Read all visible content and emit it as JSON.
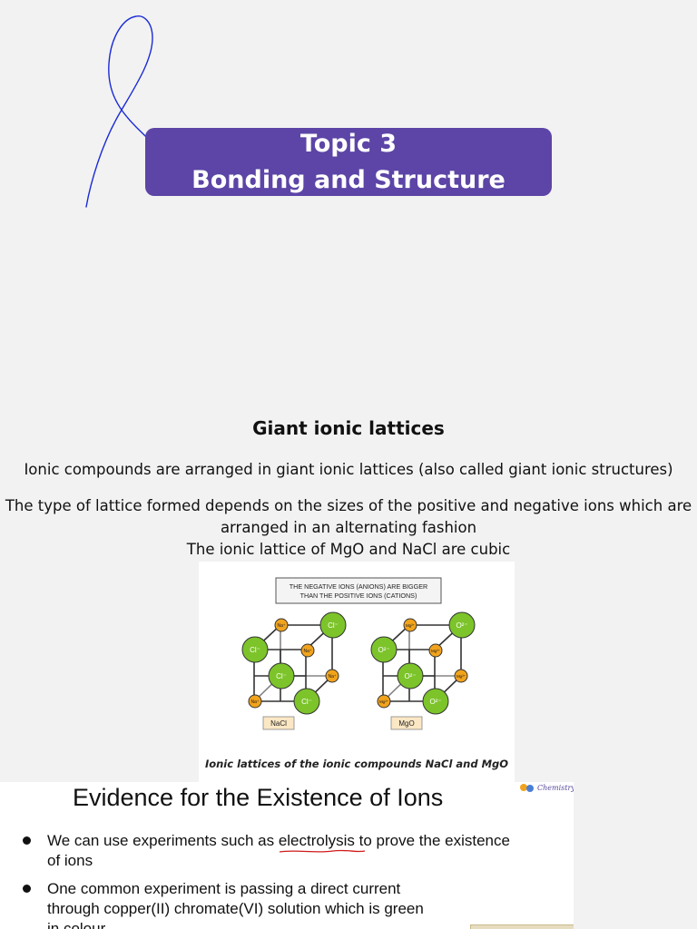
{
  "title": {
    "line1": "Topic 3",
    "line2": "Bonding and Structure"
  },
  "section": {
    "heading": "Giant ionic lattices",
    "para1": "Ionic compounds are arranged in giant ionic lattices (also called giant ionic structures)",
    "para2_line1": "The type of lattice formed depends on the sizes of the positive and negative ions which are",
    "para2_line2": "arranged in an alternating fashion",
    "para2_line3": "The ionic lattice of MgO and NaCl are cubic"
  },
  "figure": {
    "note_line1": "THE NEGATIVE IONS (ANIONS) ARE BIGGER",
    "note_line2": "THAN THE POSITIVE IONS (CATIONS)",
    "nacl_label": "NaCl",
    "mgo_label": "MgO",
    "anion_nacl": "Cl⁻",
    "cation_nacl": "Na⁺",
    "anion_mgo": "O²⁻",
    "cation_mgo": "Mg²⁺",
    "caption": "Ionic lattices of the ionic compounds NaCl and MgO",
    "colors": {
      "anion": "#7cc42a",
      "cation": "#f2a31c"
    }
  },
  "slide": {
    "title": "Evidence for the Existence of Ions",
    "logo_text": "Chemistry",
    "bullet1_part1": "We can use experiments such as ",
    "bullet1_word": "electrolysis",
    "bullet1_part2": " to prove the existence",
    "bullet1_line2": "of ions",
    "bullet2_line1": "One common experiment is passing a direct current",
    "bullet2_line2": "through copper(II) chromate(VI) solution which is green",
    "bullet2_line3": "in colour"
  },
  "colors": {
    "banner": "#5c45a6",
    "pen": "#1b2bd6"
  }
}
